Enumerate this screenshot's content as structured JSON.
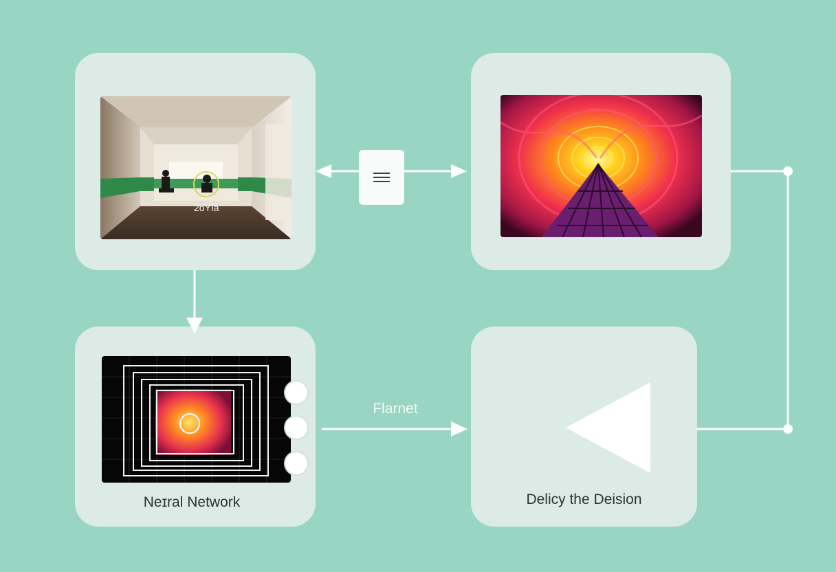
{
  "nodes": {
    "hallway": {
      "overlay_text": "2oYIa"
    },
    "tunnel": {},
    "neural_network": {
      "label": "Neɪral Network"
    },
    "decision": {
      "label": "Delicy the Deision"
    }
  },
  "edges": {
    "neural_to_decision": {
      "label": "Flarnet"
    }
  },
  "menu_button": {
    "icon": "menu-icon"
  },
  "colors": {
    "background": "#98d6c3",
    "card": "#dcebe6",
    "connector": "#ffffff"
  }
}
